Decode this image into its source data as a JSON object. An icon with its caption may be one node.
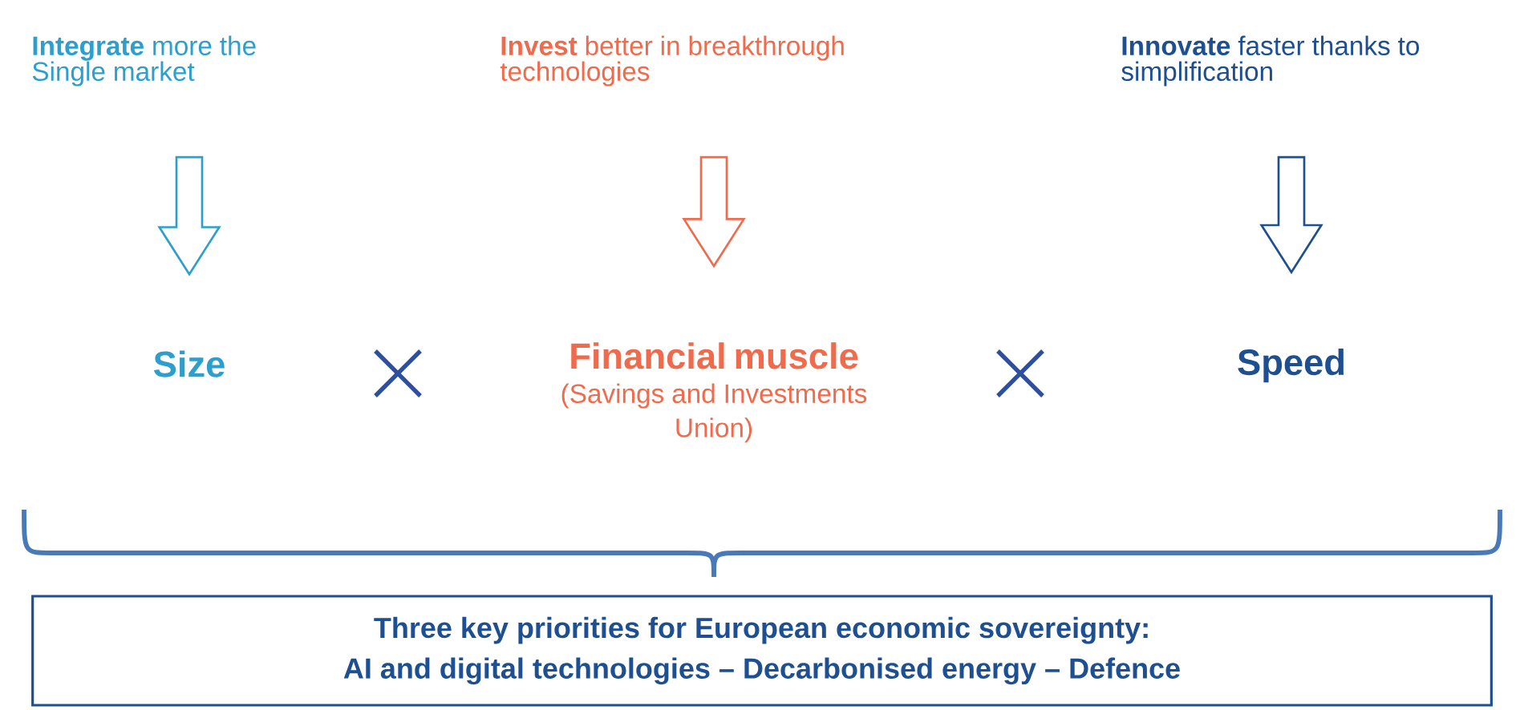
{
  "diagram": {
    "nodes": [
      {
        "text": [
          "**Integrate** more the Single market"
        ]
      },
      {
        "text": [
          "**Invest** better in breakthrough technologies"
        ]
      },
      {
        "text": [
          "**Innovate** faster thanks to simplification"
        ]
      },
      {
        "text": [
          "Size"
        ]
      },
      {
        "text": [
          "Financial muscle",
          "(Savings and Investments Union)"
        ]
      },
      {
        "text": [
          "Speed"
        ]
      },
      {
        "text": [
          "Three key priorities for European economic sovereignty:",
          "AI and digital technologies – Decarbonised energy – Defence"
        ]
      }
    ],
    "edges": [
      {
        "from": 0,
        "to": 3,
        "arrow": "to",
        "color": "#2e9fcc"
      },
      {
        "from": 1,
        "to": 4,
        "arrow": "to",
        "color": "#ee6b4d"
      },
      {
        "from": 2,
        "to": 5,
        "arrow": "to",
        "color": "#1d4f91"
      }
    ]
  }
}
